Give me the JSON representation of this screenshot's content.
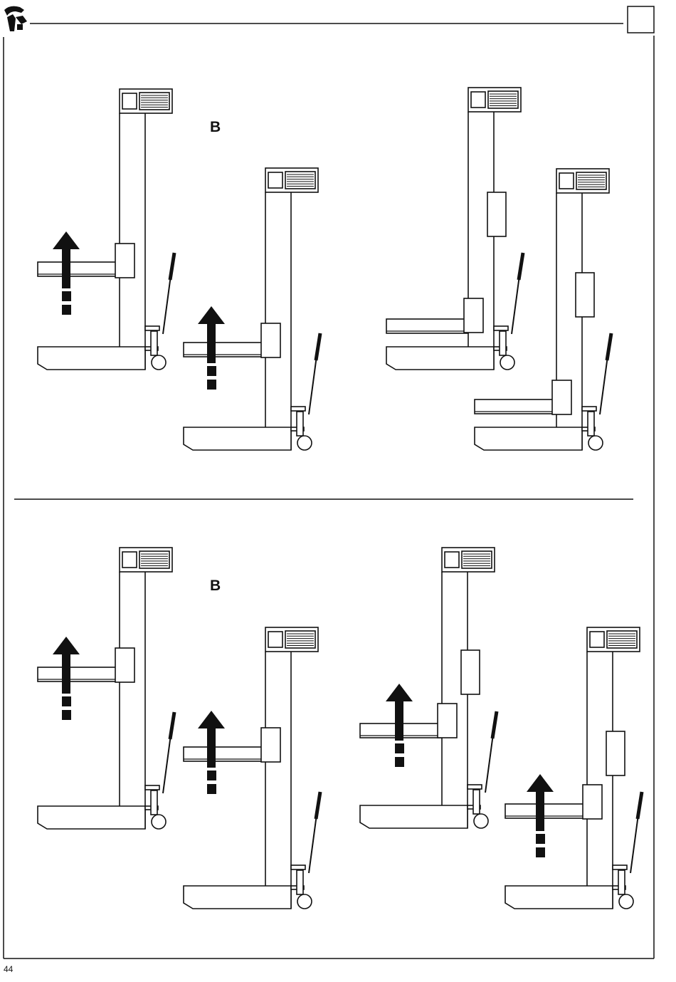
{
  "page": {
    "number": "44",
    "logo_icon": "manufacturer-logo-icon",
    "corner_box_icon": "blank-square-icon"
  },
  "panels": [
    {
      "label": "B",
      "lifts": [
        {
          "name": "lift-1",
          "lowered": false,
          "arrow": true
        },
        {
          "name": "lift-2",
          "lowered": false,
          "arrow": true
        },
        {
          "name": "lift-3",
          "lowered": true,
          "arrow": false
        },
        {
          "name": "lift-4",
          "lowered": true,
          "arrow": false
        }
      ]
    },
    {
      "label": "B",
      "lifts": [
        {
          "name": "lift-1",
          "lowered": false,
          "arrow": true
        },
        {
          "name": "lift-2",
          "lowered": false,
          "arrow": true
        },
        {
          "name": "lift-3",
          "lowered": false,
          "arrow": true
        },
        {
          "name": "lift-4",
          "lowered": false,
          "arrow": true
        }
      ]
    }
  ]
}
